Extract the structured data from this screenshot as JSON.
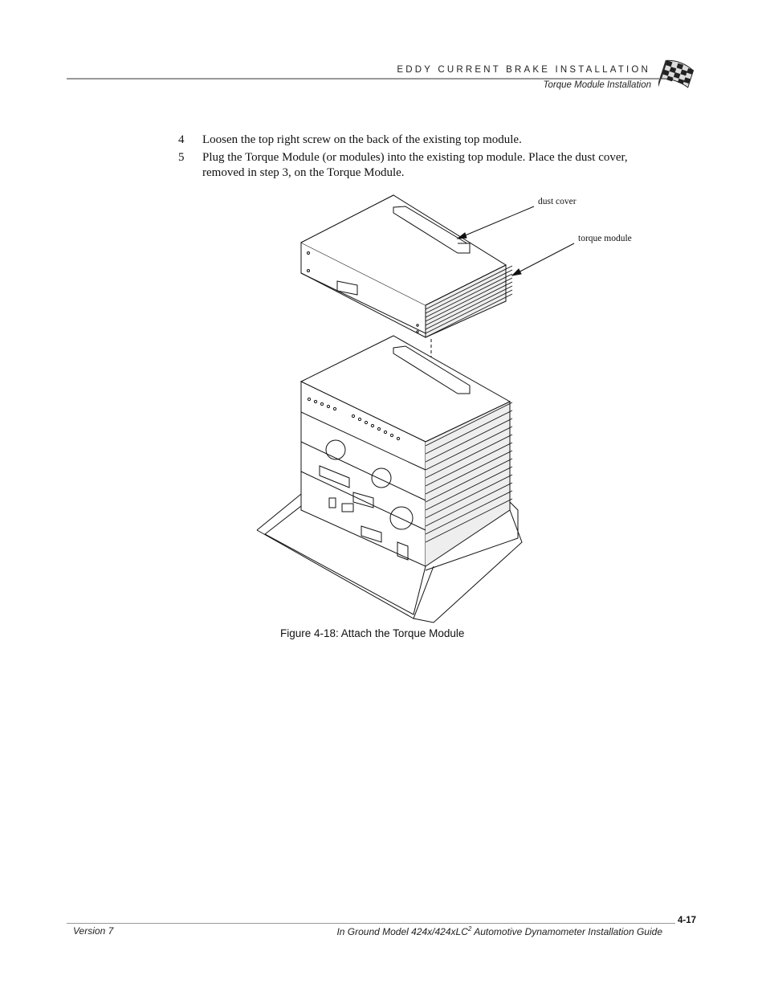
{
  "header": {
    "section_title": "EDDY CURRENT BRAKE INSTALLATION",
    "subsection": "Torque Module Installation"
  },
  "steps": [
    {
      "number": "4",
      "text": "Loosen the top right screw on the back of the existing top module."
    },
    {
      "number": "5",
      "text": "Plug the Torque Module (or modules) into the existing top module. Place the dust cover, removed in step 3, on the Torque Module."
    }
  ],
  "figure": {
    "callouts": {
      "dust_cover": "dust cover",
      "torque_module": "torque module"
    },
    "caption": "Figure 4-18: Attach the Torque Module"
  },
  "footer": {
    "version": "Version 7",
    "guide_title_pre": "In Ground Model 424x/424xLC",
    "guide_title_sup": "2",
    "guide_title_post": " Automotive Dynamometer Installation Guide",
    "page_number": "4-17"
  }
}
